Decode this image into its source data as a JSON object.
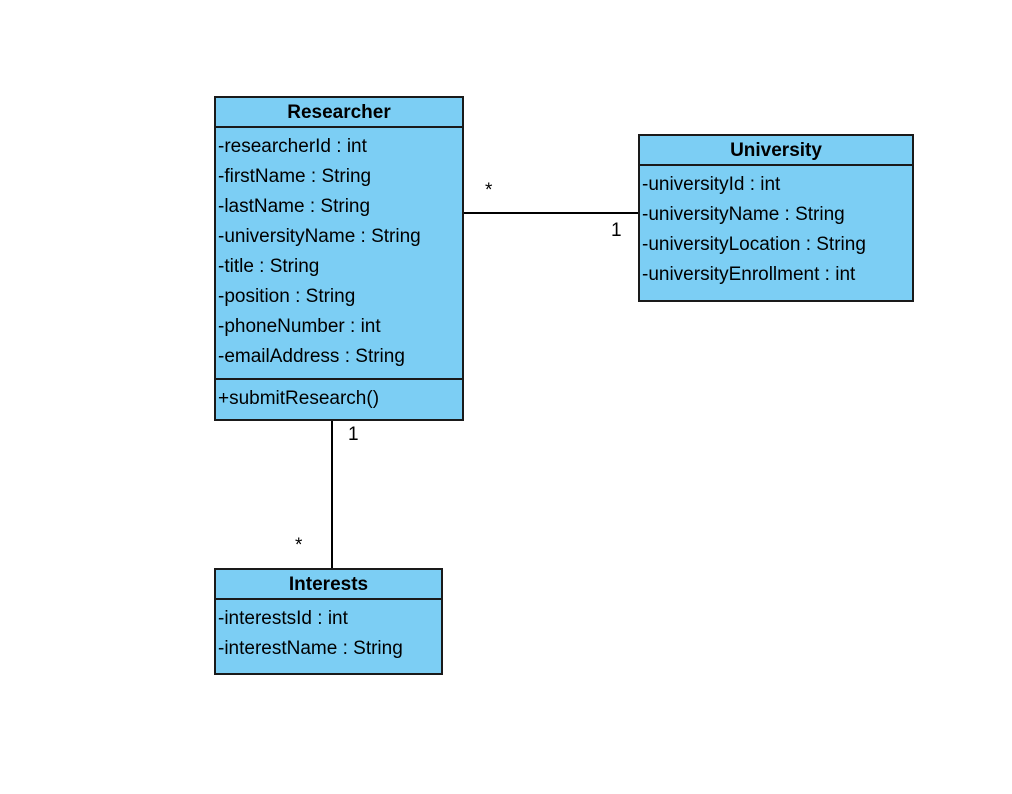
{
  "classes": {
    "researcher": {
      "name": "Researcher",
      "attributes": [
        "-researcherId : int",
        "-firstName : String",
        "-lastName : String",
        "-universityName : String",
        "-title : String",
        "-position : String",
        "-phoneNumber : int",
        "-emailAddress : String"
      ],
      "methods": [
        "+submitResearch()"
      ]
    },
    "university": {
      "name": "University",
      "attributes": [
        "-universityId : int",
        "-universityName : String",
        "-universityLocation : String",
        "-universityEnrollment : int"
      ]
    },
    "interests": {
      "name": "Interests",
      "attributes": [
        "-interestsId : int",
        "-interestName : String"
      ]
    }
  },
  "associations": {
    "researcher_university": {
      "researcher_end": "*",
      "university_end": "1"
    },
    "researcher_interests": {
      "researcher_end": "1",
      "interests_end": "*"
    }
  },
  "colors": {
    "class_fill": "#7ccef4",
    "border": "#1a1a1a"
  }
}
